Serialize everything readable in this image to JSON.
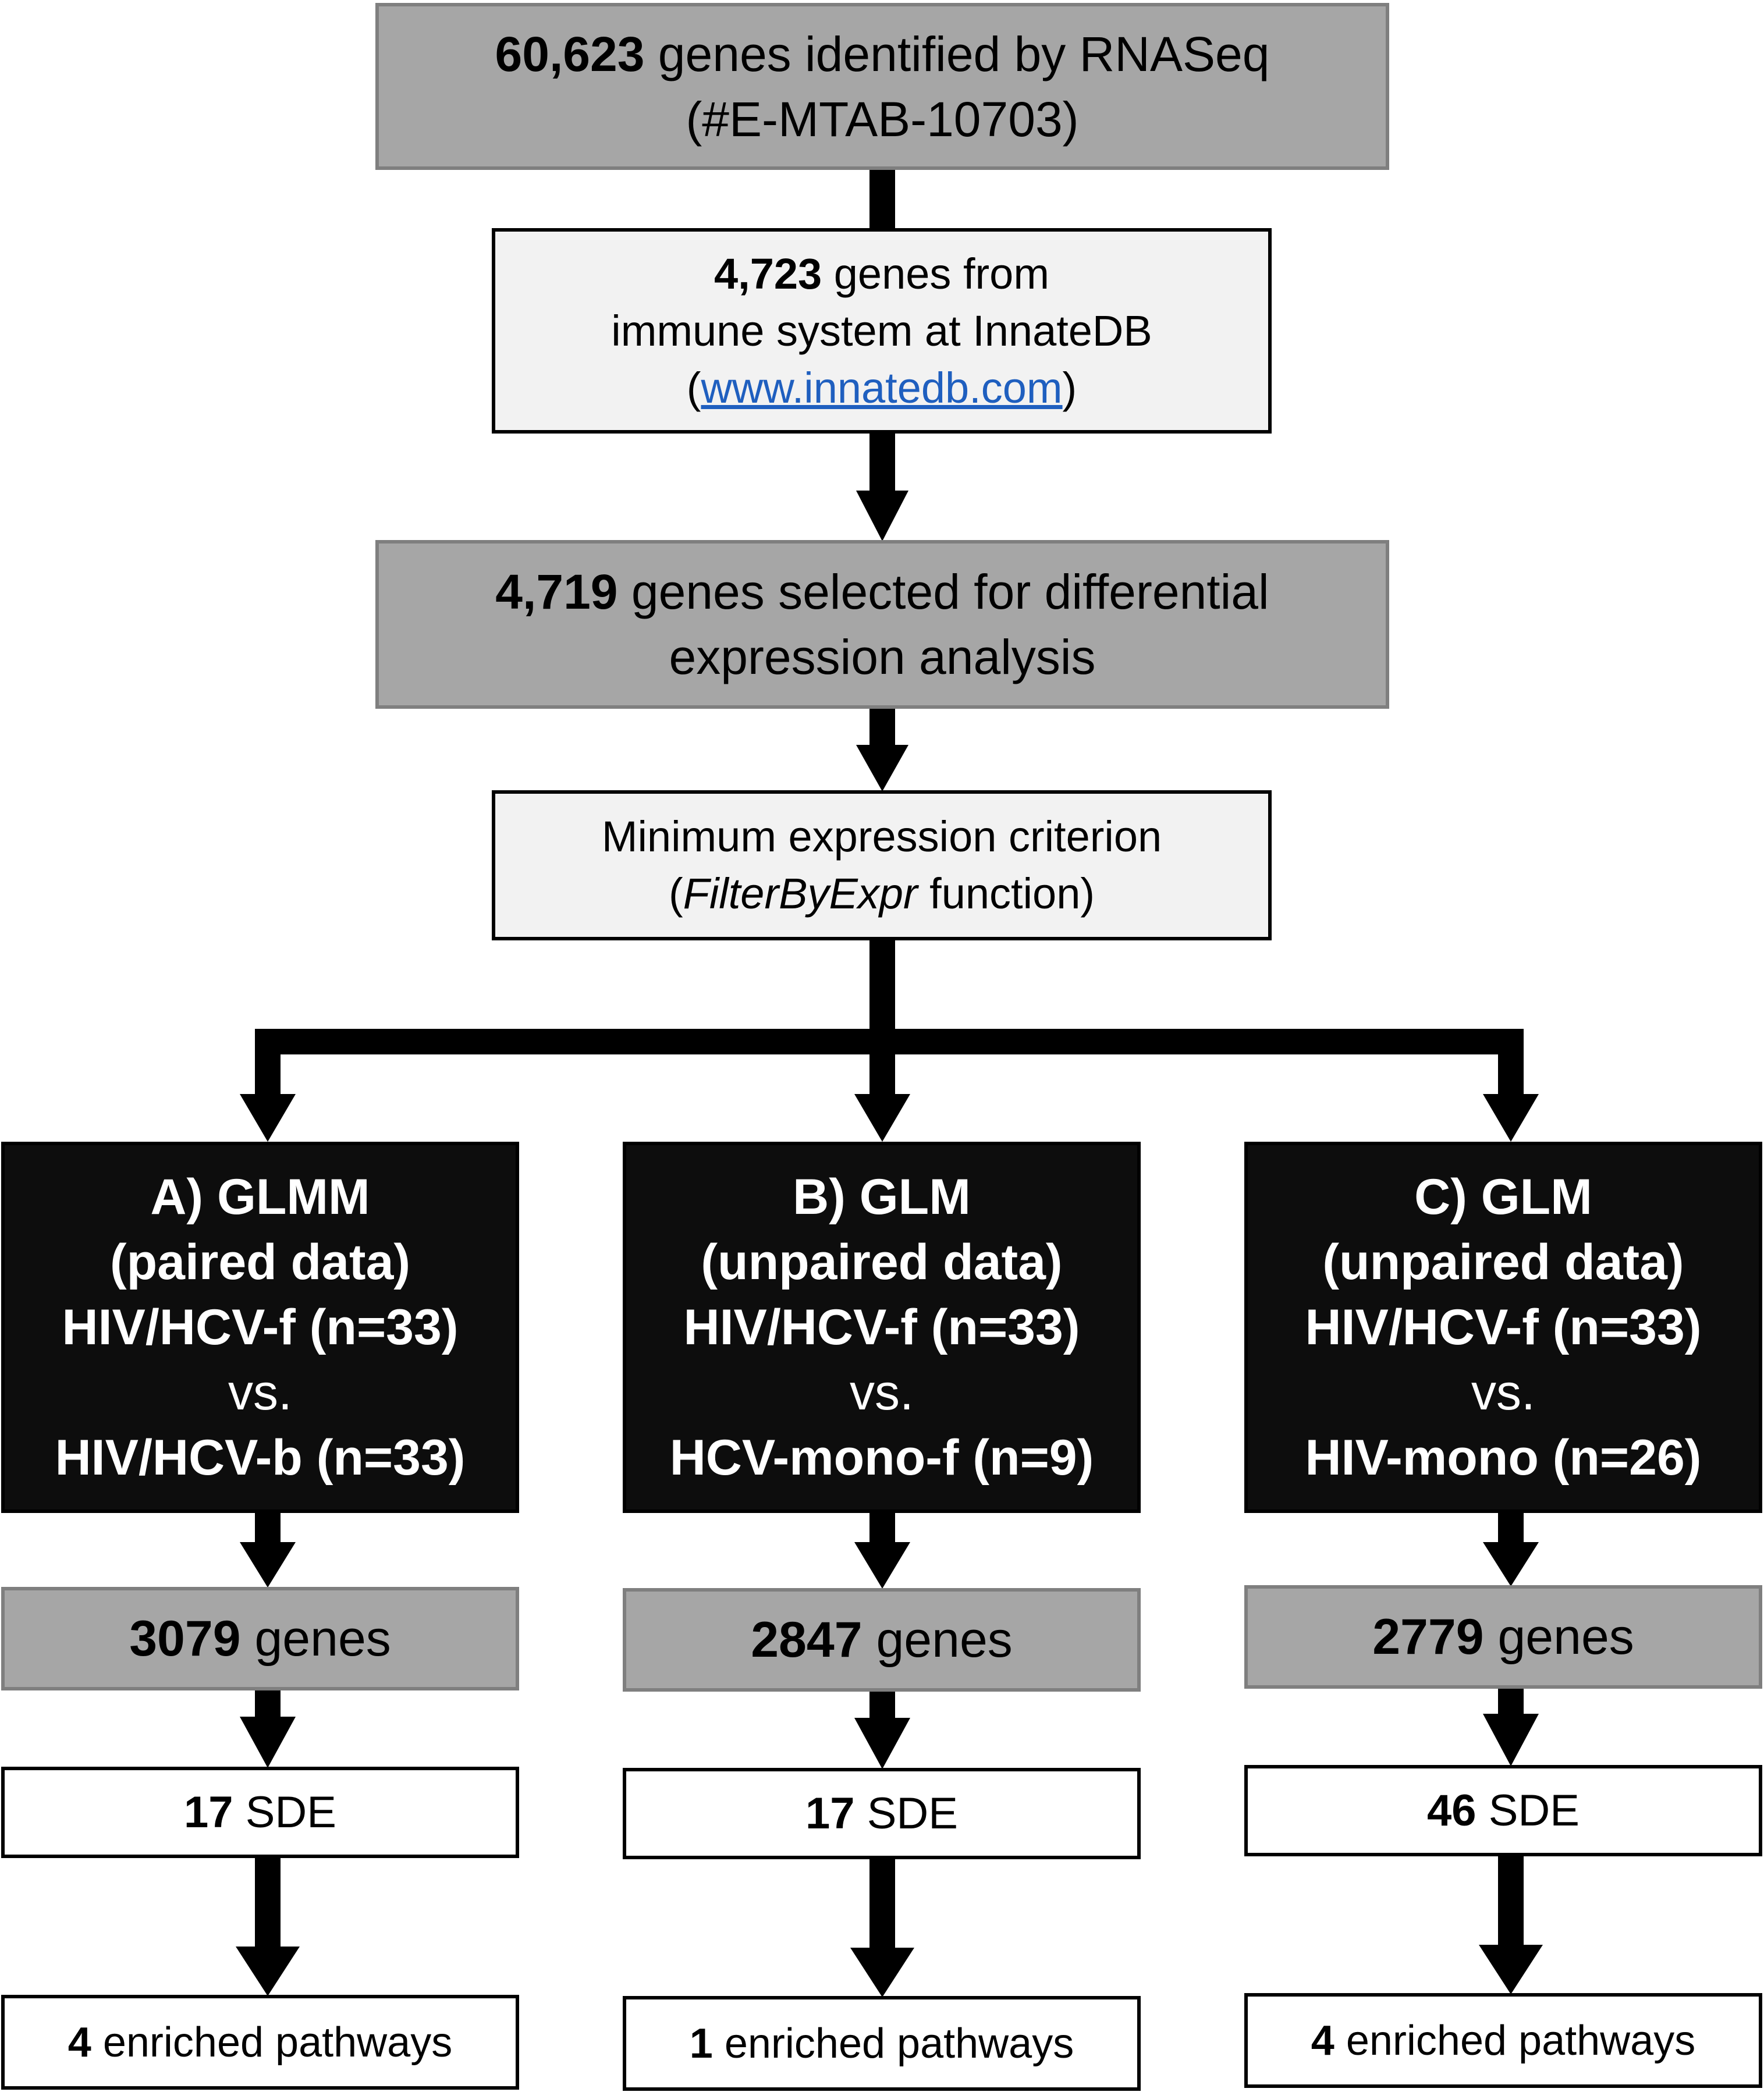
{
  "top": {
    "count": "60,623",
    "text": "genes identified by RNASeq",
    "accession": "(#E-MTAB-10703)"
  },
  "innatedb": {
    "count": "4,723",
    "text": "genes from",
    "line2": "immune system at InnateDB",
    "paren_open": "(",
    "url": "www.innatedb.com",
    "paren_close": ")"
  },
  "selected": {
    "count": "4,719",
    "text": "genes selected for differential",
    "line2": "expression analysis"
  },
  "filter": {
    "line1": "Minimum expression criterion",
    "paren_open": "(",
    "function": "FilterByExpr",
    "tail": "function)"
  },
  "branches": [
    {
      "model": "A) GLMM",
      "data_type": "(paired data)",
      "group1": "HIV/HCV-f (n=33)",
      "vs": "vs.",
      "group2": "HIV/HCV-b (n=33)",
      "genes_count": "3079",
      "genes_label": "genes",
      "sde_count": "17",
      "sde_label": "SDE",
      "pathways_count": "4",
      "pathways_label": "enriched pathways"
    },
    {
      "model": "B) GLM",
      "data_type": "(unpaired data)",
      "group1": "HIV/HCV-f (n=33)",
      "vs": "vs.",
      "group2": "HCV-mono-f (n=9)",
      "genes_count": "2847",
      "genes_label": "genes",
      "sde_count": "17",
      "sde_label": "SDE",
      "pathways_count": "1",
      "pathways_label": "enriched pathways"
    },
    {
      "model": "C) GLM",
      "data_type": "(unpaired data)",
      "group1": "HIV/HCV-f (n=33)",
      "vs": "vs.",
      "group2": "HIV-mono (n=26)",
      "genes_count": "2779",
      "genes_label": "genes",
      "sde_count": "46",
      "sde_label": "SDE",
      "pathways_count": "4",
      "pathways_label": "enriched pathways"
    }
  ],
  "colors": {
    "dark_gray_fill": "#a6a6a6",
    "light_fill": "#f2f2f2",
    "model_fill": "#0d0d0d",
    "link": "#1f5fbf"
  }
}
